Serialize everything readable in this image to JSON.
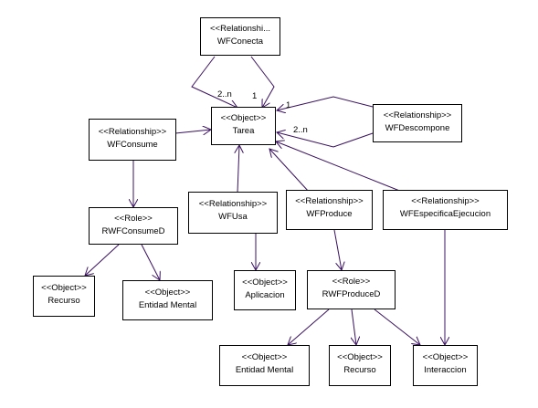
{
  "colors": {
    "edge": "#3a1060",
    "border": "#000000",
    "background": "#ffffff"
  },
  "nodes": {
    "wfconecta": {
      "stereotype": "<<Relationshi...",
      "name": "WFConecta"
    },
    "tarea": {
      "stereotype": "<<Object>>",
      "name": "Tarea"
    },
    "wfdescompone": {
      "stereotype": "<<Relationship>>",
      "name": "WFDescompone"
    },
    "wfconsume": {
      "stereotype": "<<Relationship>>",
      "name": "WFConsume"
    },
    "wfusa": {
      "stereotype": "<<Relationship>>",
      "name": "WFUsa"
    },
    "wfproduce": {
      "stereotype": "<<Relationship>>",
      "name": "WFProduce"
    },
    "wfespecifica": {
      "stereotype": "<<Relationship>>",
      "name": "WFEspecificaEjecucion"
    },
    "rwfconsumed": {
      "stereotype": "<<Role>>",
      "name": "RWFConsumeD"
    },
    "recurso1": {
      "stereotype": "<<Object>>",
      "name": "Recurso"
    },
    "entidad1": {
      "stereotype": "<<Object>>",
      "name": "Entidad Mental"
    },
    "aplicacion": {
      "stereotype": "<<Object>>",
      "name": "Aplicacion"
    },
    "rwfproduced": {
      "stereotype": "<<Role>>",
      "name": "RWFProduceD"
    },
    "entidad2": {
      "stereotype": "<<Object>>",
      "name": "Entidad Mental"
    },
    "recurso2": {
      "stereotype": "<<Object>>",
      "name": "Recurso"
    },
    "interaccion": {
      "stereotype": "<<Object>>",
      "name": "Interaccion"
    }
  },
  "multiplicities": {
    "conecta_many": "2..n",
    "conecta_one": "1",
    "descompone_one": "1",
    "descompone_many": "2..n"
  }
}
